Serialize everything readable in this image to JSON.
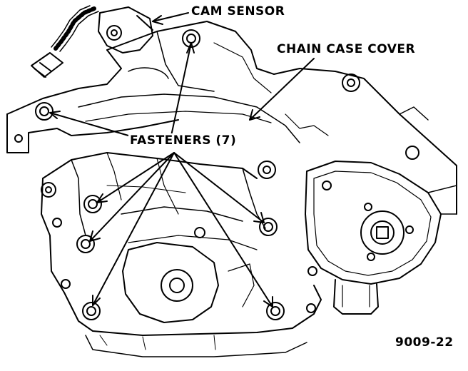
{
  "diagram": {
    "labels": {
      "cam_sensor": "CAM SENSOR",
      "chain_case_cover": "CHAIN CASE COVER",
      "fasteners": "FASTENERS (7)"
    },
    "figure_number": "9009-22",
    "colors": {
      "ink": "#000000",
      "paper": "#ffffff"
    }
  }
}
